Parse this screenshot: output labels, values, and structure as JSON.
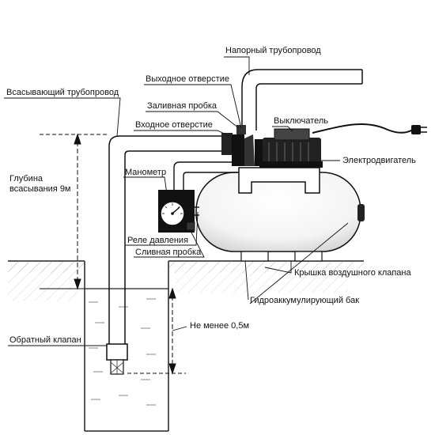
{
  "labels": {
    "pressure_pipe": "Напорный трубопровод",
    "outlet": "Выходное отверстие",
    "suction_pipe": "Всасывающий трубопровод",
    "fill_plug": "Заливная пробка",
    "switch": "Выключатель",
    "inlet": "Входное отверстие",
    "motor": "Электродвигатель",
    "manometer": "Манометр",
    "depth_line1": "Глубина",
    "depth_line2": "всасывания 9м",
    "pressure_relay": "Реле давления",
    "drain_plug": "Сливная пробка",
    "air_valve_cover": "Крышка воздушного клапана",
    "accumulator": "Гидроаккумулирующий бак",
    "min_depth": "Не менее 0,5м",
    "check_valve": "Обратный клапан"
  }
}
